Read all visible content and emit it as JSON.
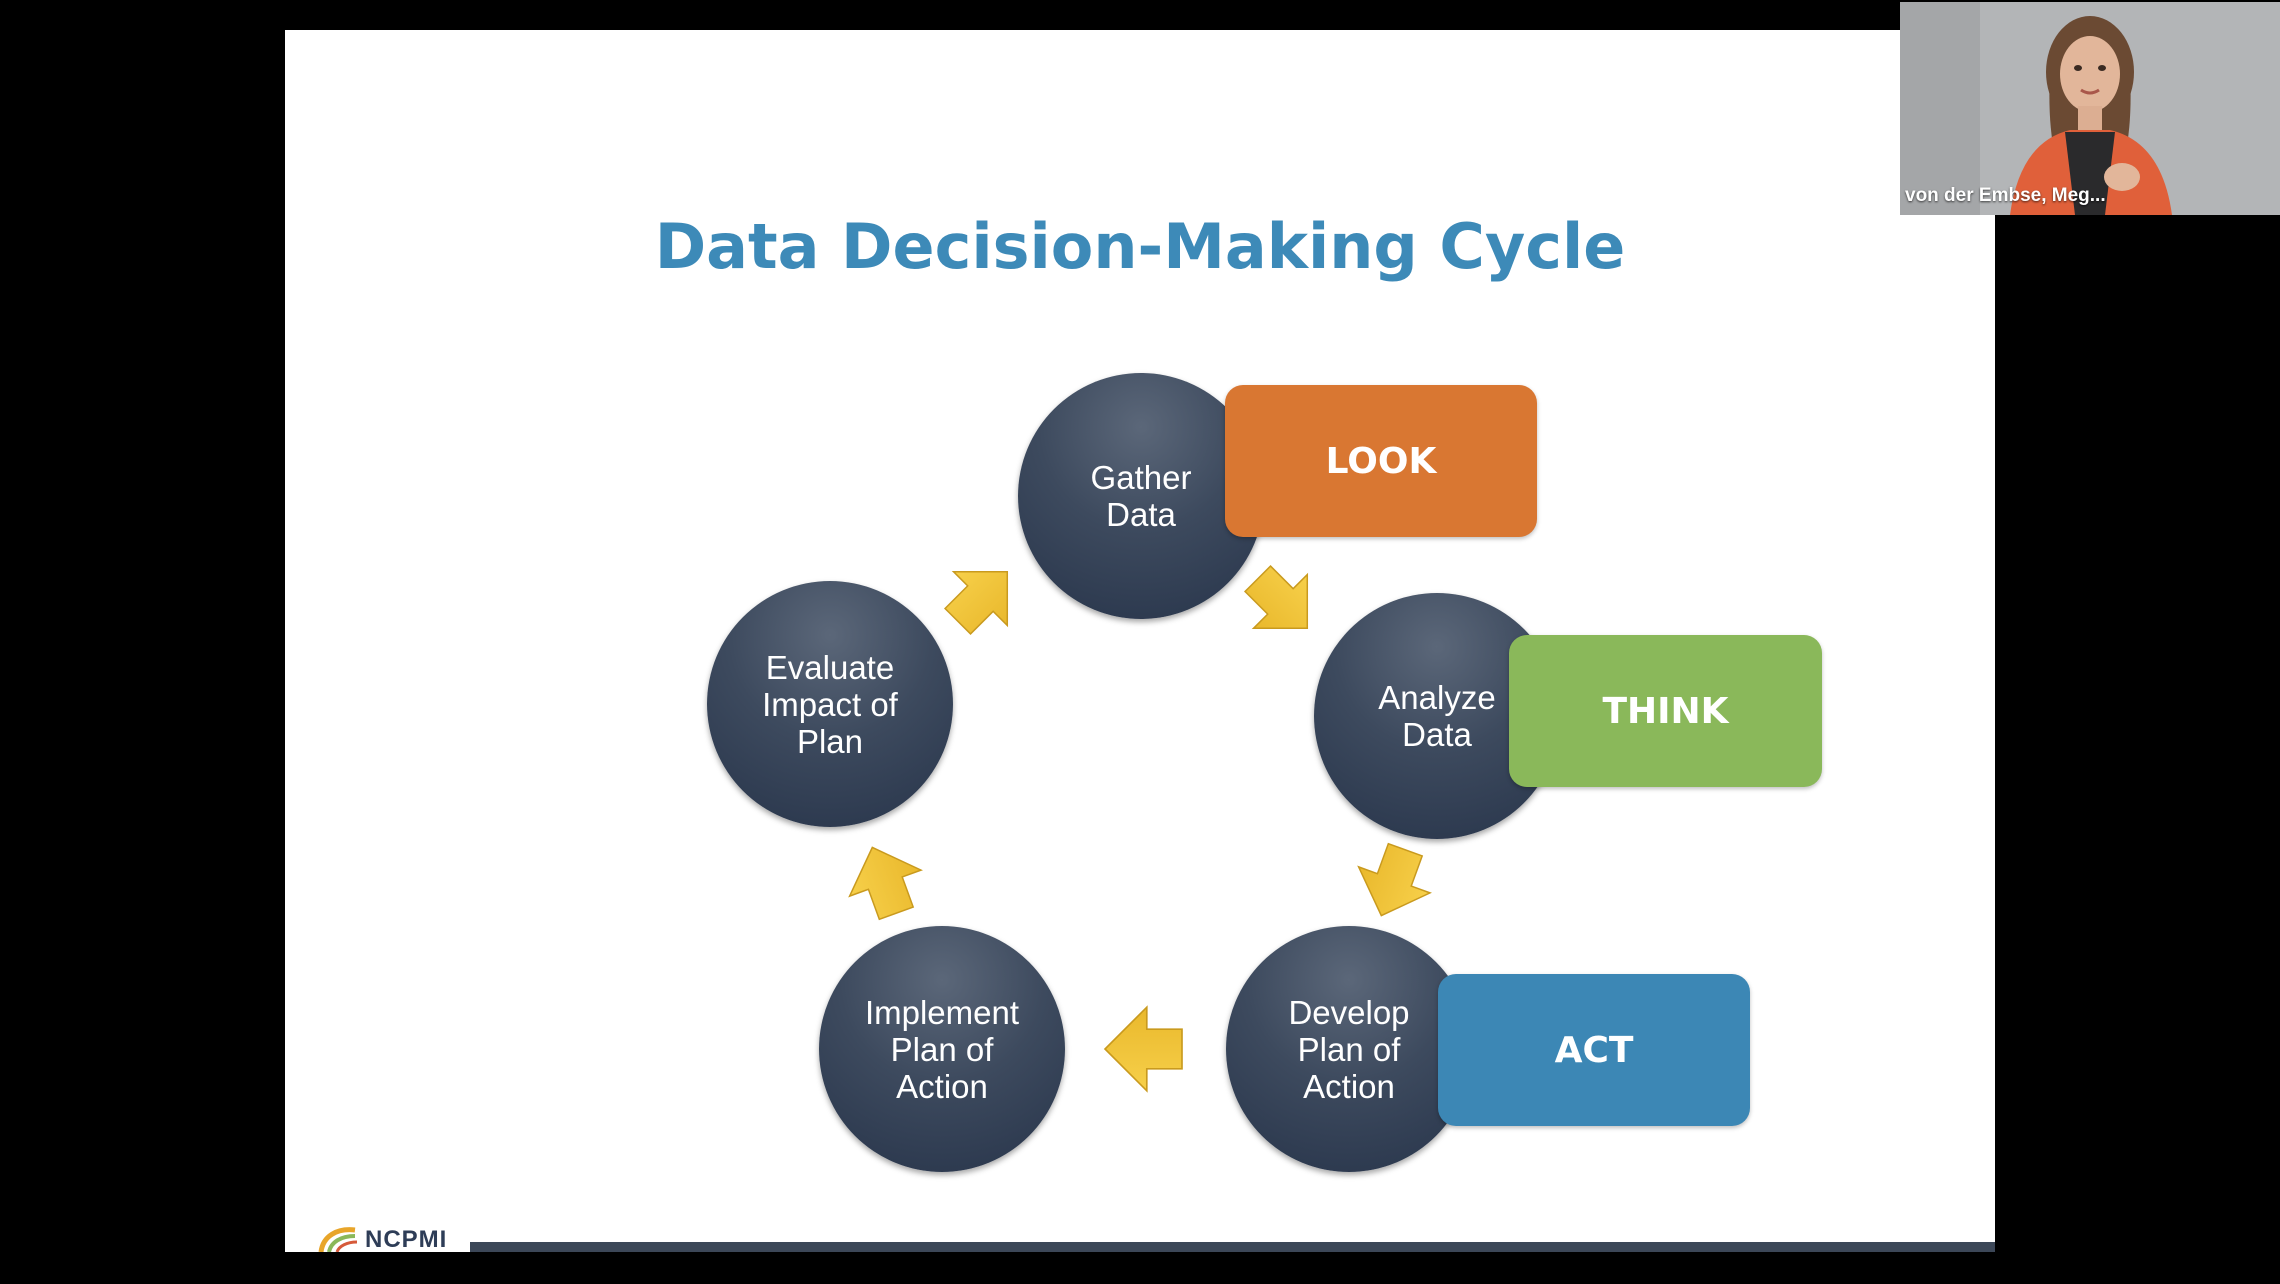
{
  "slide": {
    "title": "Data Decision-Making Cycle",
    "nodes": [
      {
        "id": "gather",
        "label": "Gather\nData"
      },
      {
        "id": "analyze",
        "label": "Analyze\nData"
      },
      {
        "id": "develop",
        "label": "Develop\nPlan of\nAction"
      },
      {
        "id": "implement",
        "label": "Implement\nPlan of\nAction"
      },
      {
        "id": "evaluate",
        "label": "Evaluate\nImpact of\nPlan"
      }
    ],
    "phases": [
      {
        "id": "look",
        "label": "LOOK",
        "color": "#d97732"
      },
      {
        "id": "think",
        "label": "THINK",
        "color": "#8ab85a"
      },
      {
        "id": "act",
        "label": "ACT",
        "color": "#3c87b5"
      }
    ],
    "arrow_color": "#f2c43a",
    "logo_text": "NCPMI"
  },
  "video": {
    "participant_name": "von der Embse, Meg..."
  }
}
